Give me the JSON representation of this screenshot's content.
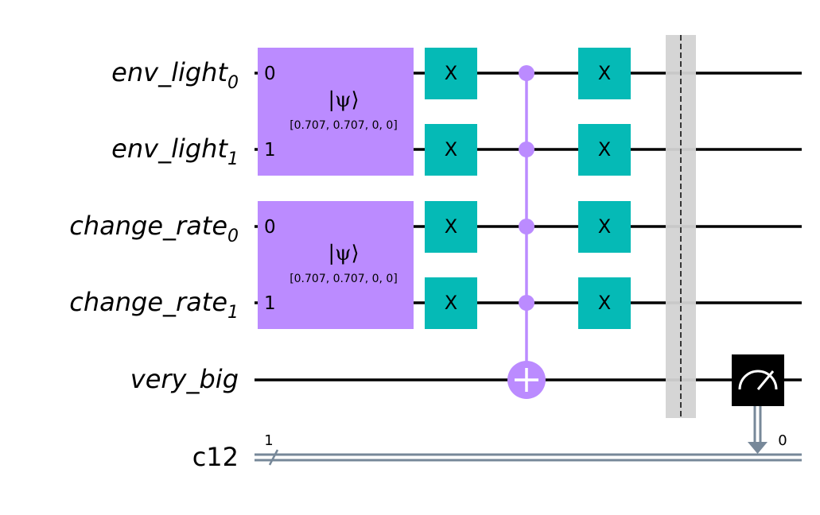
{
  "colors": {
    "wire": "#000000",
    "classical_wire": "#778899",
    "init_gate": "#bb8bff",
    "x_gate": "#05bab6",
    "control": "#bb8bff",
    "barrier": "#d3d3d3",
    "measure_box": "#000000",
    "measure_symbol": "#ffffff"
  },
  "registers": [
    {
      "base": "env_light",
      "sub": "0"
    },
    {
      "base": "env_light",
      "sub": "1"
    },
    {
      "base": "change_rate",
      "sub": "0"
    },
    {
      "base": "change_rate",
      "sub": "1"
    },
    {
      "base": "very_big",
      "sub": ""
    }
  ],
  "classical_register": {
    "name": "c12",
    "size": "1",
    "bit_index": "0"
  },
  "initialize_gates": [
    {
      "title": "|ψ⟩",
      "params": "[0.707, 0.707, 0, 0]",
      "qubit_labels": [
        "0",
        "1"
      ]
    },
    {
      "title": "|ψ⟩",
      "params": "[0.707, 0.707, 0, 0]",
      "qubit_labels": [
        "0",
        "1"
      ]
    }
  ],
  "x_gate_label": "X",
  "measure_icon": "measure-gauge-icon"
}
